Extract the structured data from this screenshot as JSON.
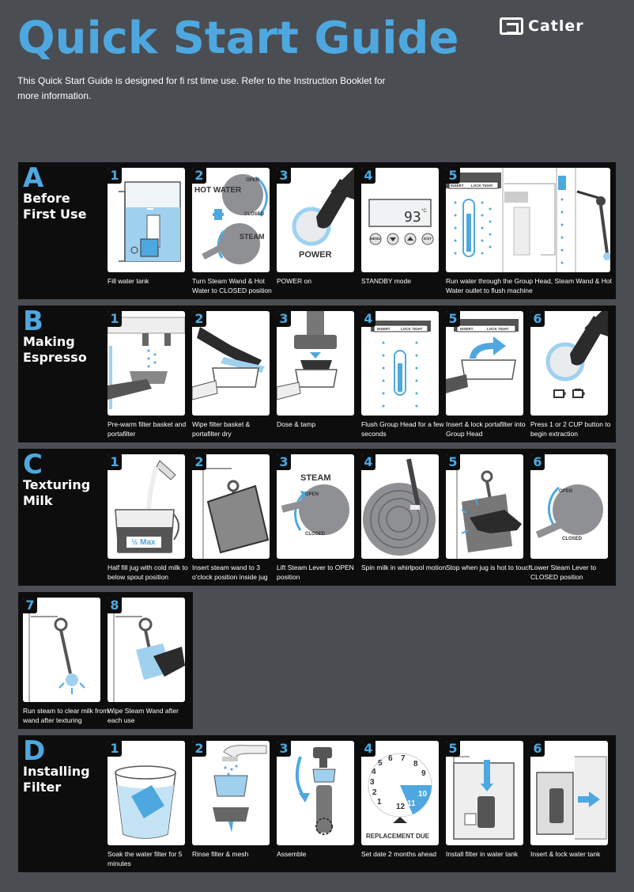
{
  "title": "Quick Start Guide",
  "brand": "Catler",
  "intro": "This Quick Start Guide is designed for fi rst time use. Refer to the Instruction Booklet for more information.",
  "colors": {
    "accent": "#4ea8df",
    "background": "#4a4d52",
    "panel": "#0d0d0d"
  },
  "sections": {
    "a": {
      "letter": "A",
      "title": "Before\nFirst Use",
      "steps": [
        {
          "num": "1",
          "caption": "Fill water tank"
        },
        {
          "num": "2",
          "caption": "Turn Steam Wand & Hot Water to CLOSED position",
          "labels": {
            "hot_water": "HOT WATER",
            "steam": "STEAM",
            "open": "OPEN",
            "closed": "CLOSED"
          }
        },
        {
          "num": "3",
          "caption": "POWER on",
          "labels": {
            "power": "POWER"
          }
        },
        {
          "num": "4",
          "caption": "STANDBY mode",
          "labels": {
            "temp": "93",
            "unit": "°C",
            "menu": "MENU",
            "exit": "EXIT"
          }
        },
        {
          "num": "5",
          "caption": "Run water through the Group Head, Steam Wand & Hot Water outlet to flush machine",
          "labels": {
            "insert": "INSERT",
            "lock": "LOCK TIGHT"
          }
        }
      ]
    },
    "b": {
      "letter": "B",
      "title": "Making\nEspresso",
      "steps": [
        {
          "num": "1",
          "caption": "Pre-warm filter basket and portafilter"
        },
        {
          "num": "2",
          "caption": "Wipe filter basket & portafilter dry"
        },
        {
          "num": "3",
          "caption": "Dose & tamp"
        },
        {
          "num": "4",
          "caption": "Flush Group Head for a few seconds",
          "labels": {
            "insert": "INSERT",
            "lock": "LOCK TIGHT"
          }
        },
        {
          "num": "5",
          "caption": "Insert & lock portafilter into Group Head",
          "labels": {
            "insert": "INSERT",
            "lock": "LOCK TIGHT"
          }
        },
        {
          "num": "6",
          "caption": "Press 1 or 2 CUP button to begin extraction"
        }
      ]
    },
    "c": {
      "letter": "C",
      "title": "Texturing\nMilk",
      "steps": [
        {
          "num": "1",
          "caption": "Half fill jug with cold milk to below spout position",
          "labels": {
            "half": "½ Max"
          }
        },
        {
          "num": "2",
          "caption": "Insert steam wand to 3 o'clock position inside jug"
        },
        {
          "num": "3",
          "caption": "Lift Steam Lever to OPEN position",
          "labels": {
            "steam": "STEAM",
            "open": "OPEN",
            "closed": "CLOSED"
          }
        },
        {
          "num": "4",
          "caption": "Spin milk in whirlpool motion"
        },
        {
          "num": "5",
          "caption": "Stop when jug is hot to touch"
        },
        {
          "num": "6",
          "caption": "Lower Steam Lever to CLOSED position",
          "labels": {
            "open": "OPEN",
            "closed": "CLOSED"
          }
        },
        {
          "num": "7",
          "caption": "Run steam to clear milk from wand after texturing"
        },
        {
          "num": "8",
          "caption": "Wipe Steam Wand after each use"
        }
      ]
    },
    "d": {
      "letter": "D",
      "title": "Installing\nFilter",
      "steps": [
        {
          "num": "1",
          "caption": "Soak the water filter for 5 minutes"
        },
        {
          "num": "2",
          "caption": "Rinse filter & mesh"
        },
        {
          "num": "3",
          "caption": "Assemble"
        },
        {
          "num": "4",
          "caption": "Set date 2 months ahead",
          "labels": {
            "replacement": "REPLACEMENT DUE",
            "d1": "1",
            "d2": "2",
            "d3": "3",
            "d4": "4",
            "d5": "5",
            "d6": "6",
            "d7": "7",
            "d8": "8",
            "d9": "9",
            "d10": "10",
            "d11": "11",
            "d12": "12"
          }
        },
        {
          "num": "5",
          "caption": "Install filter in water tank"
        },
        {
          "num": "6",
          "caption": "Insert & lock water tank"
        }
      ]
    }
  }
}
